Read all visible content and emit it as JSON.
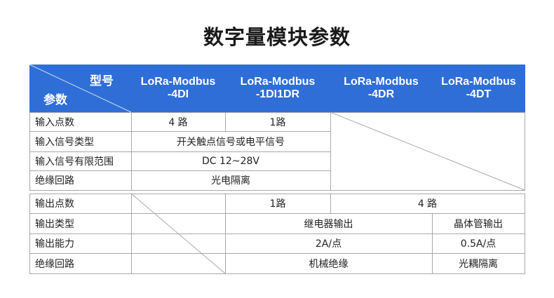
{
  "title": "数字量模块参数",
  "header": {
    "corner_model": "型号",
    "corner_param": "参数",
    "models": [
      {
        "line1": "LoRa-Modbus",
        "line2": "-4DI"
      },
      {
        "line1": "LoRa-Modbus",
        "line2": "-1DI1DR"
      },
      {
        "line1": "LoRa-Modbus",
        "line2": "-4DR"
      },
      {
        "line1": "LoRa-Modbus",
        "line2": "-4DT"
      }
    ]
  },
  "input_section": {
    "rows": [
      {
        "label": "输入点数",
        "c1": "4 路",
        "c2": "1路"
      },
      {
        "label": "输入信号类型",
        "value": "开关触点信号或电平信号"
      },
      {
        "label": "输入信号有限范围",
        "value": "DC 12~28V"
      },
      {
        "label": "绝缘回路",
        "value": "光电隔离"
      }
    ]
  },
  "output_section": {
    "rows": [
      {
        "label": "输出点数",
        "c2": "1路",
        "c34": "4 路"
      },
      {
        "label": "输出类型",
        "c23": "继电器输出",
        "c4": "晶体管输出"
      },
      {
        "label": "输出能力",
        "c23": "2A/点",
        "c4": "0.5A/点"
      },
      {
        "label": "绝缘回路",
        "c23": "机械绝缘",
        "c4": "光耦隔离"
      }
    ]
  }
}
